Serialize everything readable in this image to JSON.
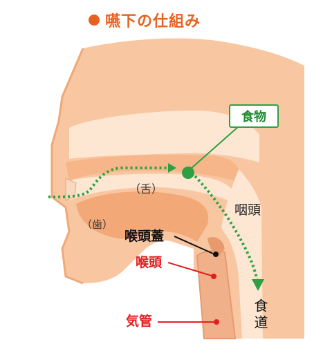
{
  "title": "嚥下の仕組み",
  "labels": {
    "food": "食物",
    "tongue": "（舌）",
    "teeth": "（歯）",
    "pharynx": "咽頭",
    "epiglottis": "喉頭蓋",
    "larynx": "喉頭",
    "trachea": "気管",
    "esophagus": "食道"
  },
  "colors": {
    "accent": "#e8611f",
    "tissue": "#f8c7a2",
    "tissue_light": "#fde6d2",
    "food_path": "#2ea043",
    "pointer_red": "#e02020"
  },
  "icons": [
    "bullet-dot-icon",
    "food-bolus-icon",
    "flow-arrow-icon"
  ]
}
